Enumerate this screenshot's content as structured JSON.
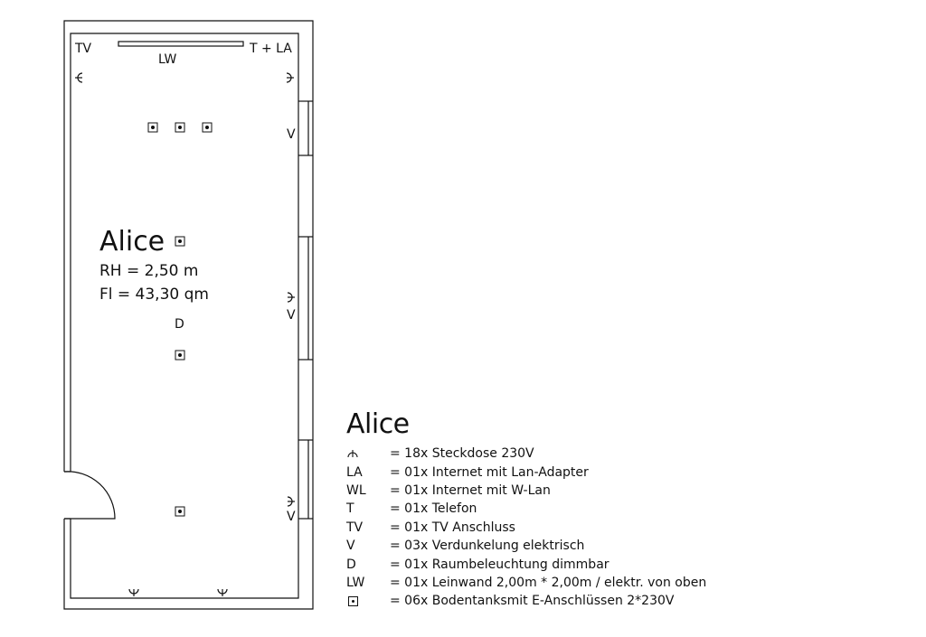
{
  "room": {
    "name": "Alice",
    "height": "RH = 2,50 m",
    "area": "Fl = 43,30 qm"
  },
  "plan_labels": {
    "tv": "TV",
    "lw": "LW",
    "t_la": "T + LA",
    "v": "V",
    "d": "D"
  },
  "legend": {
    "title": "Alice",
    "items": [
      {
        "symbol": "socket-icon",
        "key": "",
        "text": "= 18x Steckdose 230V"
      },
      {
        "symbol": "",
        "key": "LA",
        "text": "= 01x Internet mit Lan-Adapter"
      },
      {
        "symbol": "",
        "key": "WL",
        "text": "= 01x Internet mit W-Lan"
      },
      {
        "symbol": "",
        "key": "T",
        "text": "= 01x Telefon"
      },
      {
        "symbol": "",
        "key": "TV",
        "text": "= 01x TV Anschluss"
      },
      {
        "symbol": "",
        "key": "V",
        "text": "= 03x Verdunkelung elektrisch"
      },
      {
        "symbol": "",
        "key": "D",
        "text": "= 01x Raumbeleuchtung dimmbar"
      },
      {
        "symbol": "",
        "key": "LW",
        "text": "= 01x Leinwand 2,00m * 2,00m / elektr. von oben"
      },
      {
        "symbol": "floor-tank-icon",
        "key": "",
        "text": "= 06x Bodentanksmit E-Anschlüssen 2*230V"
      }
    ]
  }
}
